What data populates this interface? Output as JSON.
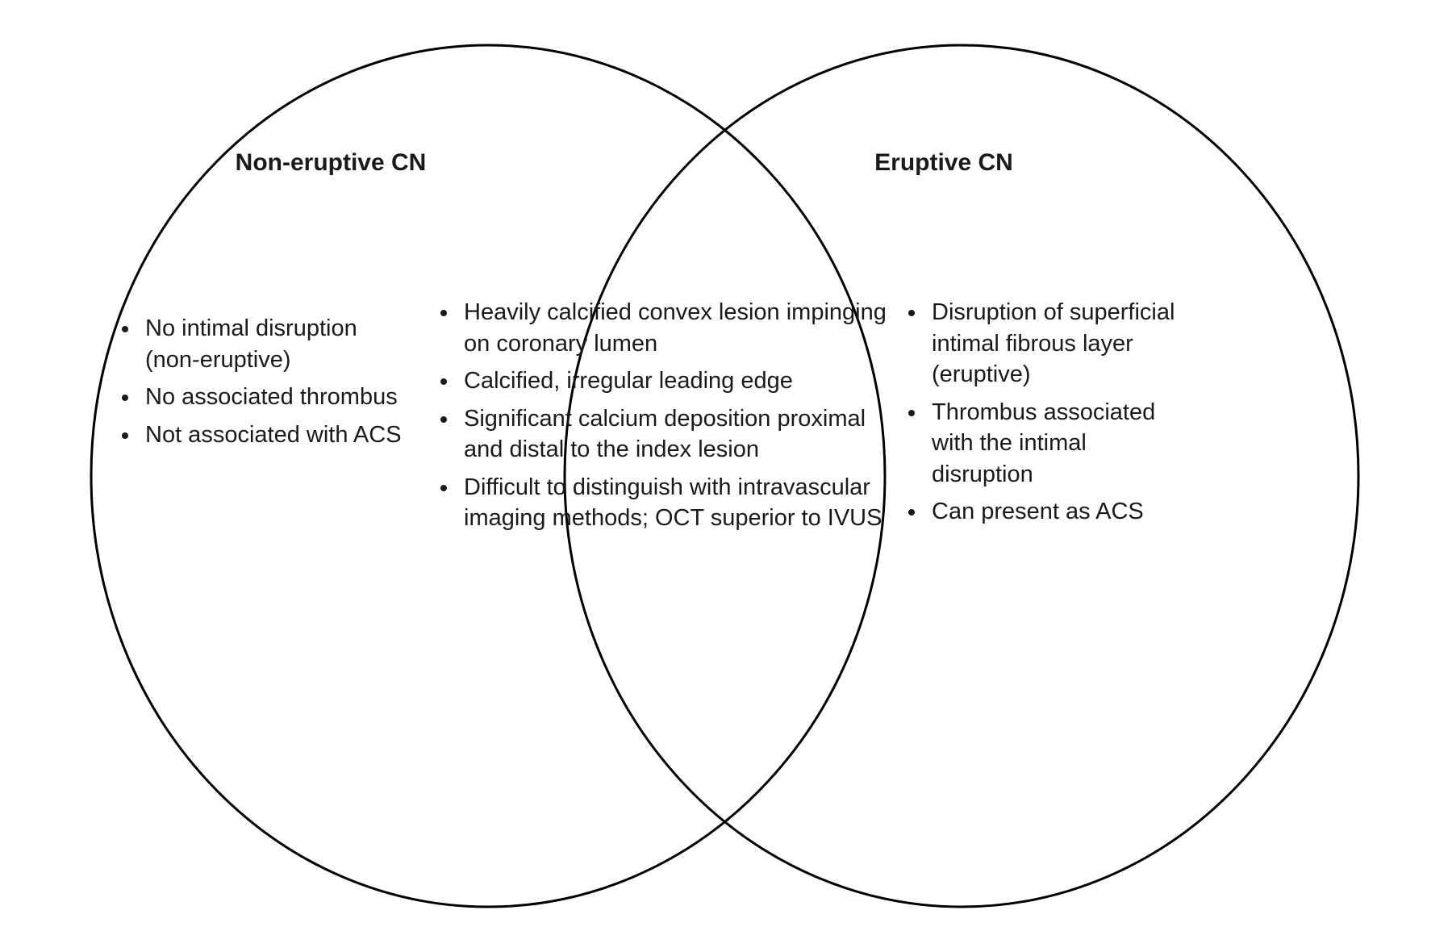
{
  "diagram": {
    "type": "venn",
    "colors": {
      "circle_stroke": "#000000",
      "background": "#ffffff",
      "text": "#1a1a1a"
    },
    "left": {
      "title": "Non-eruptive CN",
      "items": [
        "No intimal disruption (non-eruptive)",
        "No associated thrombus",
        "Not associated with ACS"
      ]
    },
    "center": {
      "items": [
        "Heavily calcified convex lesion impinging on coronary lumen",
        "Calcified, irregular leading edge",
        "Significant calcium deposition proximal and distal to the index lesion",
        "Difficult to distinguish with intravascular imaging methods; OCT superior to IVUS"
      ]
    },
    "right": {
      "title": "Eruptive CN",
      "items": [
        "Disruption of superficial intimal fibrous layer (eruptive)",
        "Thrombus associated with the intimal disruption",
        "Can present as ACS"
      ]
    }
  }
}
